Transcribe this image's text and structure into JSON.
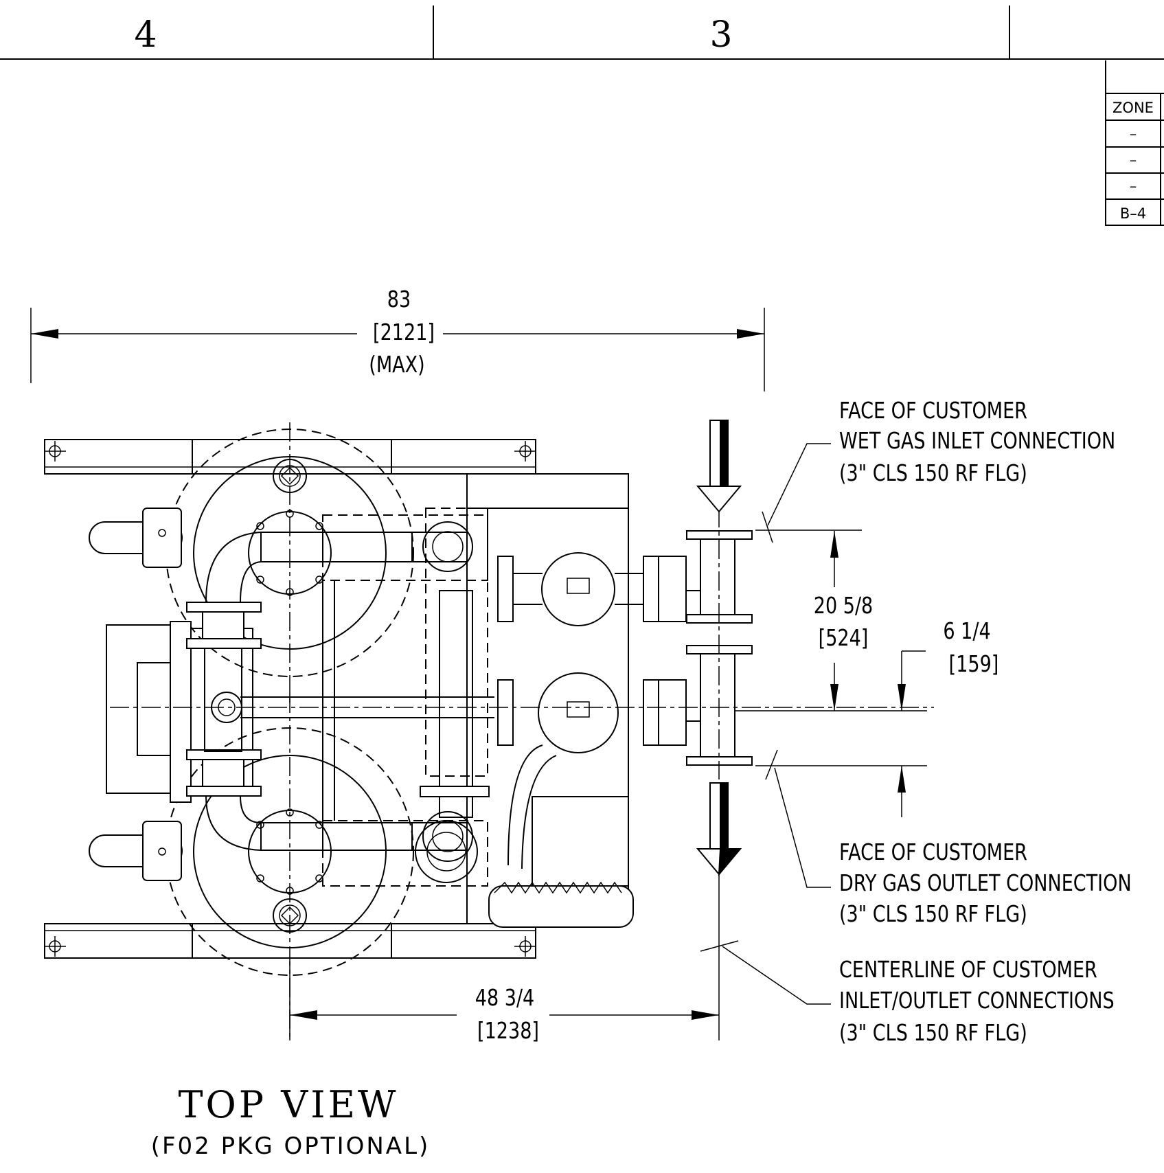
{
  "border_zones": [
    "4",
    "3"
  ],
  "revision_table": {
    "header": "ZONE",
    "rows": [
      "–",
      "–",
      "–",
      "B–4"
    ]
  },
  "dimensions": {
    "overall_width": {
      "value": "83",
      "metric": "[2121]",
      "note": "(MAX)"
    },
    "inlet_outlet_spacing": {
      "value": "20 5/8",
      "metric": "[524]"
    },
    "outlet_offset": {
      "value": "6 1/4",
      "metric": "[159]"
    },
    "centerline_distance": {
      "value": "48 3/4",
      "metric": "[1238]"
    }
  },
  "callouts": {
    "inlet": [
      "FACE OF CUSTOMER",
      "WET GAS INLET CONNECTION",
      "(3\" CLS 150 RF FLG)"
    ],
    "outlet": [
      "FACE OF CUSTOMER",
      "DRY GAS OUTLET CONNECTION",
      "(3\" CLS 150 RF FLG)"
    ],
    "centerline": [
      "CENTERLINE OF CUSTOMER",
      "INLET/OUTLET CONNECTIONS",
      "(3\" CLS 150 RF FLG)"
    ]
  },
  "view": {
    "title": "TOP VIEW",
    "subtitle": "(F02 PKG OPTIONAL)"
  }
}
